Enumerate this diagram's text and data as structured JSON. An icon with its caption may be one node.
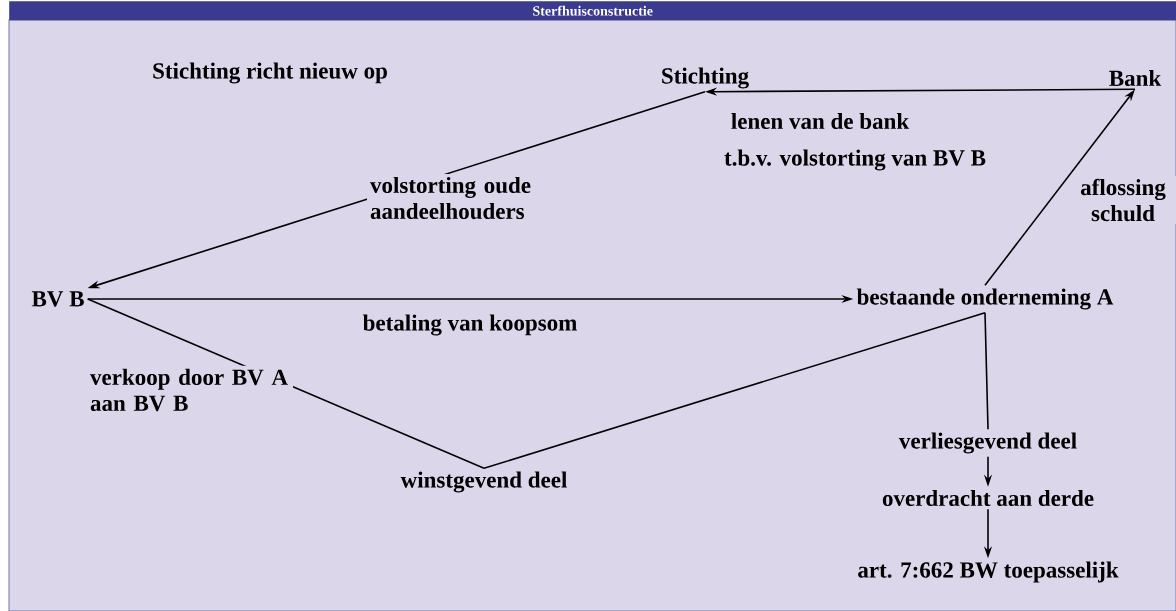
{
  "diagram": {
    "title": "Sterfhuisconstructie",
    "nodes": [
      {
        "text": [
          "Stichting"
        ]
      },
      {
        "text": [
          "Bank"
        ]
      },
      {
        "text": [
          "BV B"
        ]
      },
      {
        "text": [
          "bestaande onderneming A"
        ]
      },
      {
        "text": [
          "winstgevend deel"
        ]
      },
      {
        "text": [
          "verliesgevend deel"
        ]
      },
      {
        "text": [
          "overdracht aan derde"
        ]
      },
      {
        "text": [
          "art. 7:662 BW toepasselijk"
        ]
      }
    ],
    "edges": [
      {
        "from": 1,
        "to": 0,
        "arrow": "to",
        "label": "lenen van de bank"
      },
      {
        "from": 0,
        "to": 2,
        "arrow": "to",
        "label": "volstorting oude aandeelhouders"
      },
      {
        "from": 3,
        "to": 1,
        "arrow": "to",
        "label": "aflossing schuld"
      },
      {
        "from": 2,
        "to": 3,
        "arrow": "to",
        "label": "betaling van koopsom"
      },
      {
        "from": 3,
        "to": 4,
        "arrow": "none"
      },
      {
        "from": 4,
        "to": 2,
        "arrow": "none",
        "label": "verkoop door BV A aan BV B"
      },
      {
        "from": 3,
        "to": 5,
        "arrow": "none"
      },
      {
        "from": 5,
        "to": 6,
        "arrow": "to"
      },
      {
        "from": 6,
        "to": 7,
        "arrow": "to"
      }
    ],
    "labels": [
      "Stichting richt nieuw op",
      "t.b.v. volstorting van BV B"
    ]
  }
}
